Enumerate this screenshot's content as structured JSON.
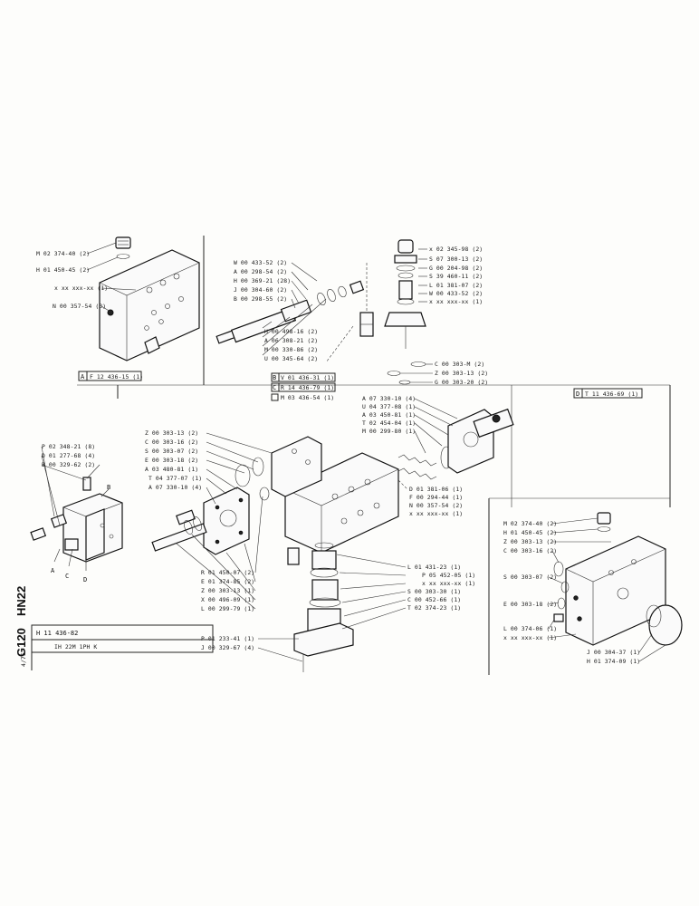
{
  "boxA": {
    "code": "F 12 436-15 (1)",
    "letter": "A",
    "labels": [
      "M 02 374-40 (2)",
      "H 01 450-45 (2)",
      "x xx xxx-xx (1)",
      "N 00 357-54 (3)"
    ]
  },
  "boxB": {
    "letter_b": "B",
    "letter_c": "C",
    "line_b": "V 01 436-31 (1)",
    "line_c": "R 14 436-79 (1)",
    "line_m": "M 03 436-54 (1)",
    "labels_upper": [
      "W 00 433-52 (2)",
      "A 00 298-54 (2)",
      "H 00 369-21 (28)",
      "J 00 304-60 (2)",
      "B 00 298-55 (2)"
    ],
    "labels_lower": [
      "H 00 498-16 (2)",
      "A 06 308-21 (2)",
      "M 00 330-86 (2)",
      "U 00 345-64 (2)"
    ]
  },
  "topRight": {
    "labels": [
      "x 02 345-98 (2)",
      "S 07 300-13 (2)",
      "G 00 204-98 (2)",
      "S 39 460-11 (2)",
      "L 01 381-07 (2)",
      "W 00 433-52 (2)",
      "x xx xxx-xx (1)"
    ],
    "labels_lower": [
      "C 00 303-M (2)",
      "Z 00 303-13 (2)",
      "G 00 303-20 (2)"
    ]
  },
  "boxD": {
    "letter": "D",
    "code": "T 11 436-69 (1)",
    "labels_left": [
      "M 02 374-40 (2)",
      "H 01 450-45 (2)",
      "Z 00 303-13 (2)",
      "C 00 303-16 (2)",
      "S 00 303-07 (2)",
      "E 00 303-18 (2)",
      "L 00 374-06 (1)",
      "x xx xxx-xx (1)"
    ],
    "labels_bottom": [
      "J 00 304-37 (1)",
      "H 01 374-09 (1)"
    ]
  },
  "center": {
    "labels_left": [
      "Z 00 303-13 (2)",
      "C 00 303-16 (2)",
      "S 00 303-07 (2)",
      "E 00 303-18 (2)",
      "A 03 480-81 (1)",
      "T 04 377-07 (1)",
      "A 07 330-10 (4)"
    ],
    "labels_bottom": [
      "R 01 450-07 (2)",
      "E 01 374-85 (2)",
      "Z 00 303-13 (1)",
      "X 00 496-09 (1)",
      "L 00 299-79 (1)"
    ],
    "labels_top_right": [
      "A 07 330-10 (4)",
      "U 04 377-08 (1)",
      "A 03 450-81 (1)",
      "T 02 454-04 (1)",
      "M 00 299-80 (1)"
    ],
    "labels_mid_right": [
      "D 01 381-06 (1)",
      "F 00 294-44 (1)",
      "N 00 357-54 (2)",
      "x xx xxx-xx (1)"
    ],
    "labels_lower_right": [
      "L 01 431-23 (1)",
      "P 05 452-05 (1)",
      "x xx xxx-xx (1)",
      "S 00 303-30 (1)",
      "C 00 452-66 (1)",
      "T 02 374-23 (1)"
    ],
    "labels_bottom_center": [
      "P 01 233-41 (1)",
      "J 00 329-67 (4)"
    ]
  },
  "assembly": {
    "labels": [
      "P 02 348-21 (8)",
      "D 01 277-68 (4)",
      "B 00 329-62 (2)"
    ],
    "letter_a": "A",
    "letter_b": "B",
    "letter_c": "C",
    "letter_d": "D"
  },
  "titleBlock": {
    "side_text_1": "HN22",
    "side_text_2": "G120",
    "code": "H 11 436-82",
    "small": "4/75",
    "description": "IH 22M 1PH K"
  },
  "colors": {
    "ink": "#1a1a1a",
    "paper": "#fdfdfb"
  }
}
